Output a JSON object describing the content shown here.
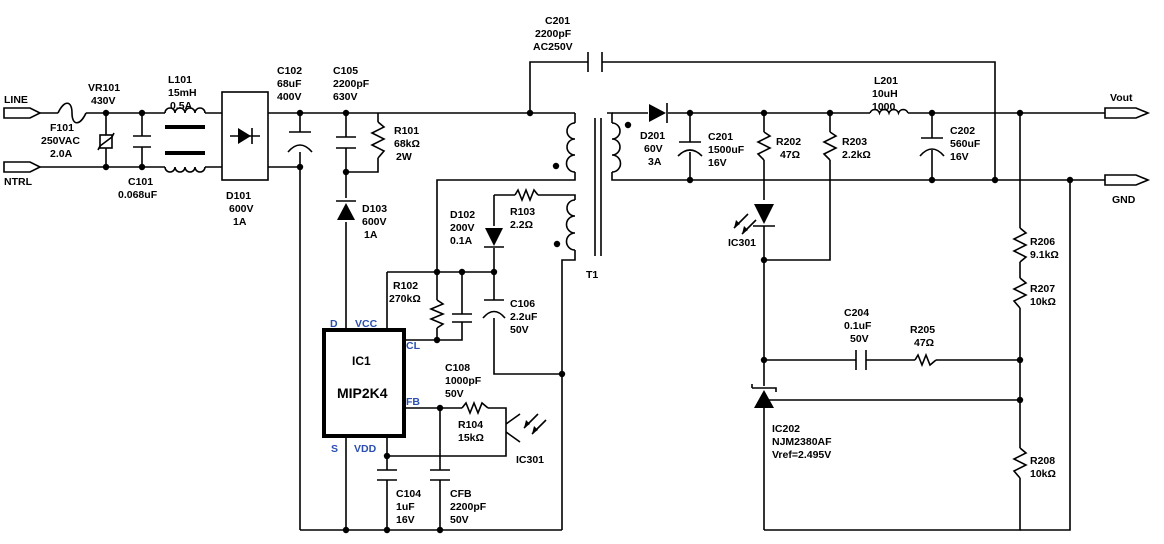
{
  "terminals": {
    "line": "LINE",
    "ntrl": "NTRL",
    "vout": "Vout",
    "gnd": "GND"
  },
  "components": {
    "c201": [
      "C201",
      "2200pF",
      "AC250V"
    ],
    "vr101": [
      "VR101",
      "430V"
    ],
    "l101": [
      "L101",
      "15mH",
      "0.5A"
    ],
    "c102": [
      "C102",
      "68uF",
      "400V"
    ],
    "c105": [
      "C105",
      "2200pF",
      "630V"
    ],
    "f101": [
      "F101",
      "250VAC",
      "2.0A"
    ],
    "c101": [
      "C101",
      "0.068uF"
    ],
    "r101": [
      "R101",
      "68kΩ",
      "2W"
    ],
    "d101": [
      "D101",
      "600V",
      "1A"
    ],
    "d103": [
      "D103",
      "600V",
      "1A"
    ],
    "d102": [
      "D102",
      "200V",
      "0.1A"
    ],
    "r103": [
      "R103",
      "2.2Ω"
    ],
    "t1": [
      "T1"
    ],
    "r102": [
      "R102",
      "270kΩ"
    ],
    "c106": [
      "C106",
      "2.2uF",
      "50V"
    ],
    "c108": [
      "C108",
      "1000pF",
      "50V"
    ],
    "r104": [
      "R104",
      "15kΩ"
    ],
    "ic301_tx": [
      "IC301"
    ],
    "c104": [
      "C104",
      "1uF",
      "16V"
    ],
    "cfb": [
      "CFB",
      "2200pF",
      "50V"
    ],
    "d201": [
      "D201",
      "60V",
      "3A"
    ],
    "c201b": [
      "C201",
      "1500uF",
      "16V"
    ],
    "r202": [
      "R202",
      "47Ω"
    ],
    "r203": [
      "R203",
      "2.2kΩ"
    ],
    "l201": [
      "L201",
      "10uH",
      "1000"
    ],
    "c202": [
      "C202",
      "560uF",
      "16V"
    ],
    "ic301_rx": [
      "IC301"
    ],
    "r206": [
      "R206",
      "9.1kΩ"
    ],
    "r207": [
      "R207",
      "10kΩ"
    ],
    "c204": [
      "C204",
      "0.1uF",
      "50V"
    ],
    "r205": [
      "R205",
      "47Ω"
    ],
    "ic202": [
      "IC202",
      "NJM2380AF",
      "Vref=2.495V"
    ],
    "r208": [
      "R208",
      "10kΩ"
    ]
  },
  "ic1": {
    "name": "IC1",
    "part": "MIP2K4",
    "pins": {
      "d": "D",
      "vcc": "VCC",
      "cl": "CL",
      "fb": "FB",
      "s": "S",
      "vdd": "VDD"
    }
  }
}
